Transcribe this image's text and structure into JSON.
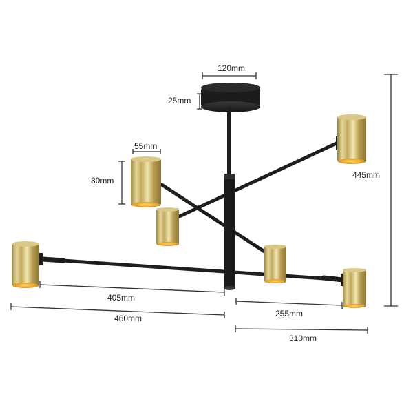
{
  "product": {
    "type": "6-light sputnik ceiling chandelier",
    "colors": {
      "frame": "#1e1e1e",
      "shade_gold": "#c9b26a",
      "shade_highlight": "#efe3a8",
      "shade_shadow": "#8e7a3c",
      "shade_inner": "#e8a81c",
      "dimension_line": "#333333",
      "background": "#ffffff"
    }
  },
  "dimensions": {
    "canopy_diameter": "120mm",
    "canopy_height": "25mm",
    "shade_diameter": "55mm",
    "shade_height": "80mm",
    "total_height": "445mm",
    "left_arm_to_shade": "405mm",
    "left_arm_total": "460mm",
    "right_arm_to_shade": "255mm",
    "right_arm_total": "310mm"
  }
}
